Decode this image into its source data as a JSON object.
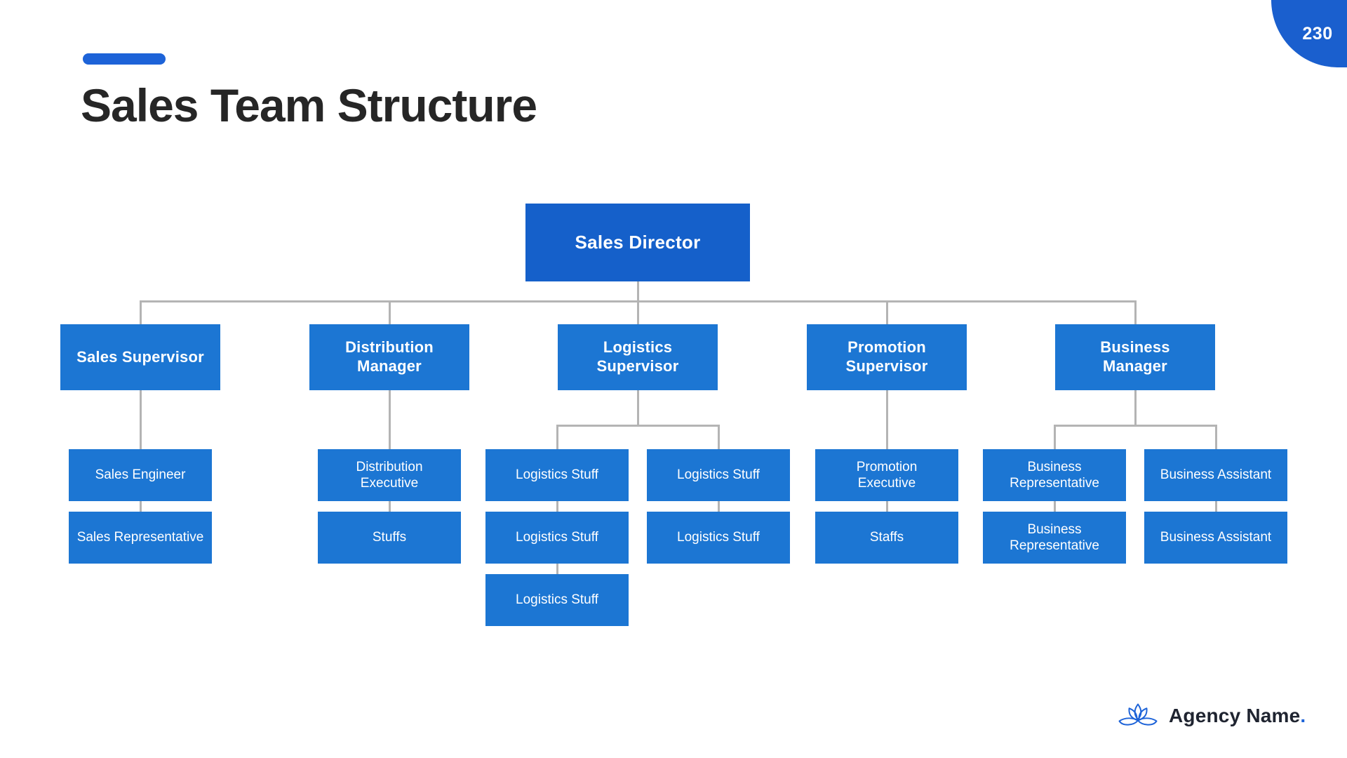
{
  "page": {
    "number": "230"
  },
  "header": {
    "title": "Sales Team Structure"
  },
  "footer": {
    "brand": "Agency Name",
    "suffix": ".",
    "logo_icon": "lotus-icon"
  },
  "colors": {
    "accent": "#1D63D8",
    "badge": "#1A5FCE",
    "director_box": "#1560CA",
    "box": "#1C76D3",
    "connector": "#B4B4B4",
    "title_text": "#262626",
    "brand_text": "#1F2430"
  },
  "org_chart": {
    "root": "Sales Director",
    "columns": [
      {
        "manager": "Sales Supervisor",
        "groups": [
          [
            "Sales Engineer",
            "Sales Representative"
          ]
        ]
      },
      {
        "manager": "Distribution\nManager",
        "groups": [
          [
            "Distribution\nExecutive",
            "Stuffs"
          ]
        ]
      },
      {
        "manager": "Logistics\nSupervisor",
        "groups": [
          [
            "Logistics Stuff",
            "Logistics Stuff",
            "Logistics Stuff"
          ],
          [
            "Logistics Stuff",
            "Logistics Stuff"
          ]
        ]
      },
      {
        "manager": "Promotion\nSupervisor",
        "groups": [
          [
            "Promotion\nExecutive",
            "Staffs"
          ]
        ]
      },
      {
        "manager": "Business\nManager",
        "groups": [
          [
            "Business\nRepresentative",
            "Business\nRepresentative"
          ],
          [
            "Business Assistant",
            "Business Assistant"
          ]
        ]
      }
    ]
  }
}
